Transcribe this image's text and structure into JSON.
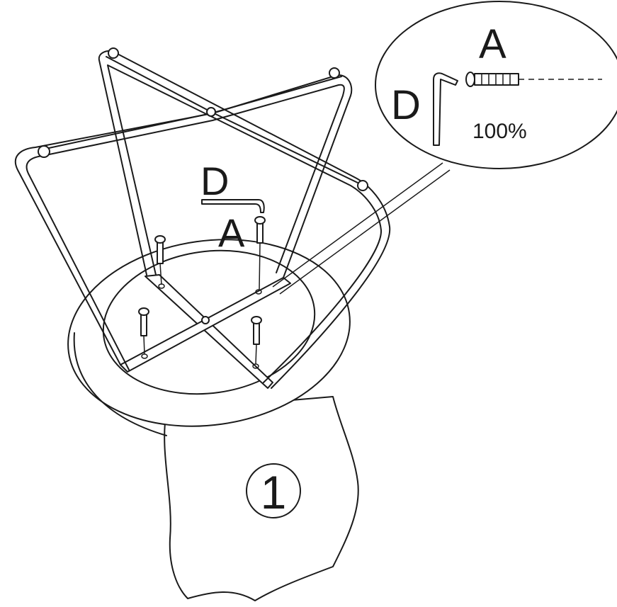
{
  "labels": {
    "detail_part_a": "A",
    "detail_part_d": "D",
    "detail_scale": "100%",
    "main_part_d": "D",
    "main_part_a": "A",
    "step_number": "1"
  },
  "colors": {
    "ink": "#1a1a1a",
    "background": "#ffffff"
  },
  "icons": [
    "screw-icon",
    "hex-key-icon"
  ]
}
